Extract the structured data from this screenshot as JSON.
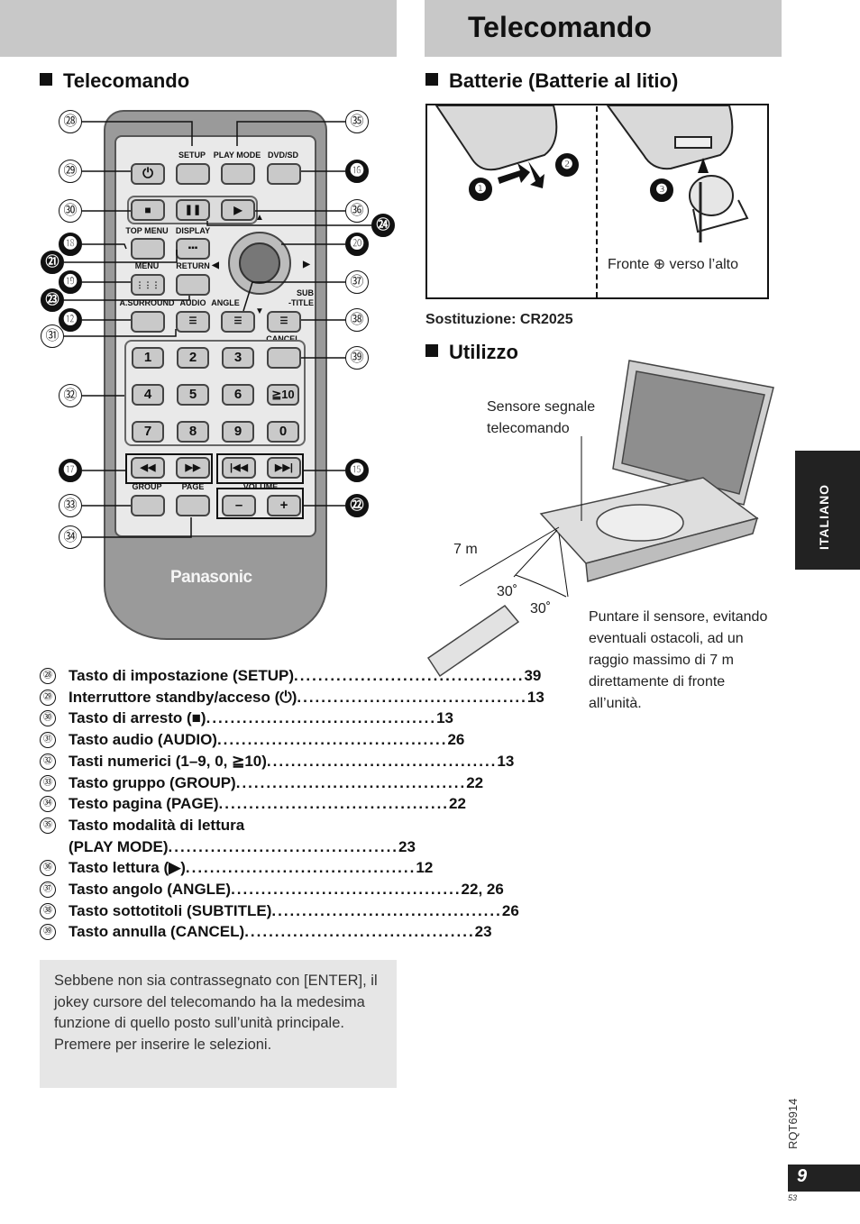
{
  "header": {
    "title": "Telecomando"
  },
  "left": {
    "section_title": "Telecomando",
    "remote": {
      "brand": "Panasonic",
      "labels": {
        "setup": "SETUP",
        "play_mode": "PLAY MODE",
        "dvd_sd": "DVD/SD",
        "top_menu": "TOP MENU",
        "display": "DISPLAY",
        "menu": "MENU",
        "return": "RETURN",
        "a_surround": "A.SURROUND",
        "audio": "AUDIO",
        "angle": "ANGLE",
        "sub_title": "SUB\n-TITLE",
        "cancel": "CANCEL",
        "group": "GROUP",
        "page": "PAGE",
        "volume": "VOLUME"
      },
      "num_keys": [
        "1",
        "2",
        "3",
        "4",
        "5",
        "6",
        "≧10",
        "7",
        "8",
        "9",
        "0"
      ],
      "volume_keys": [
        "–",
        "+"
      ],
      "callouts_left": [
        "㉘",
        "㉙",
        "㉚",
        "⓲",
        "㉑",
        "⓳",
        "㉓",
        "⓬",
        "㉛",
        "㉜",
        "⓱",
        "㉝",
        "㉞"
      ],
      "callouts_right": [
        "㉟",
        "⓰",
        "㊱",
        "㉔",
        "⓴",
        "㊲",
        "㊳",
        "㊴",
        "⓯",
        "㉒"
      ]
    },
    "items": [
      {
        "num": "㉘",
        "text": "Tasto di impostazione (SETUP)",
        "page": "39"
      },
      {
        "num": "㉙",
        "text": "Interruttore standby/acceso (⏻)",
        "page": "13"
      },
      {
        "num": "㉚",
        "text": "Tasto di arresto (■)",
        "page": "13"
      },
      {
        "num": "㉛",
        "text": "Tasto audio (AUDIO)",
        "page": "26"
      },
      {
        "num": "㉜",
        "text": "Tasti numerici (1–9, 0, ≧10)",
        "page": "13"
      },
      {
        "num": "㉝",
        "text": "Tasto gruppo (GROUP)",
        "page": "22"
      },
      {
        "num": "㉞",
        "text": "Testo pagina (PAGE)",
        "page": "22"
      },
      {
        "num": "㉟",
        "text": "Tasto modalità di lettura",
        "page": ""
      },
      {
        "num": "",
        "text": "(PLAY MODE)",
        "page": "23"
      },
      {
        "num": "㊱",
        "text": "Tasto lettura (▶)",
        "page": "12"
      },
      {
        "num": "㊲",
        "text": "Tasto angolo (ANGLE)",
        "page": "22, 26"
      },
      {
        "num": "㊳",
        "text": "Tasto sottotitoli (SUBTITLE)",
        "page": "26"
      },
      {
        "num": "㊴",
        "text": "Tasto annulla (CANCEL)",
        "page": "23"
      }
    ],
    "note": "Sebbene non sia contrassegnato con [ENTER], il jokey cursore del telecomando ha la medesima funzione di quello posto sull’unità principale. Premere per inserire le selezioni."
  },
  "right": {
    "battery_title": "Batterie (Batterie al litio)",
    "battery_steps": [
      "❶",
      "❷",
      "❸"
    ],
    "battery_caption": "Fronte ⊕ verso l’alto",
    "replacement": "Sostituzione:  CR2025",
    "usage_title": "Utilizzo",
    "sensor_label": "Sensore segnale telecomando",
    "distance": "7 m",
    "angle1": "30˚",
    "angle2": "30˚",
    "instruction": "Puntare il sensore, evitando eventuali ostacoli, ad un raggio massimo di 7 m direttamente di fronte all’unità."
  },
  "side_tab": "ITALIANO",
  "doc_code": "RQT6914",
  "page_number": "9",
  "page_sub": "53"
}
